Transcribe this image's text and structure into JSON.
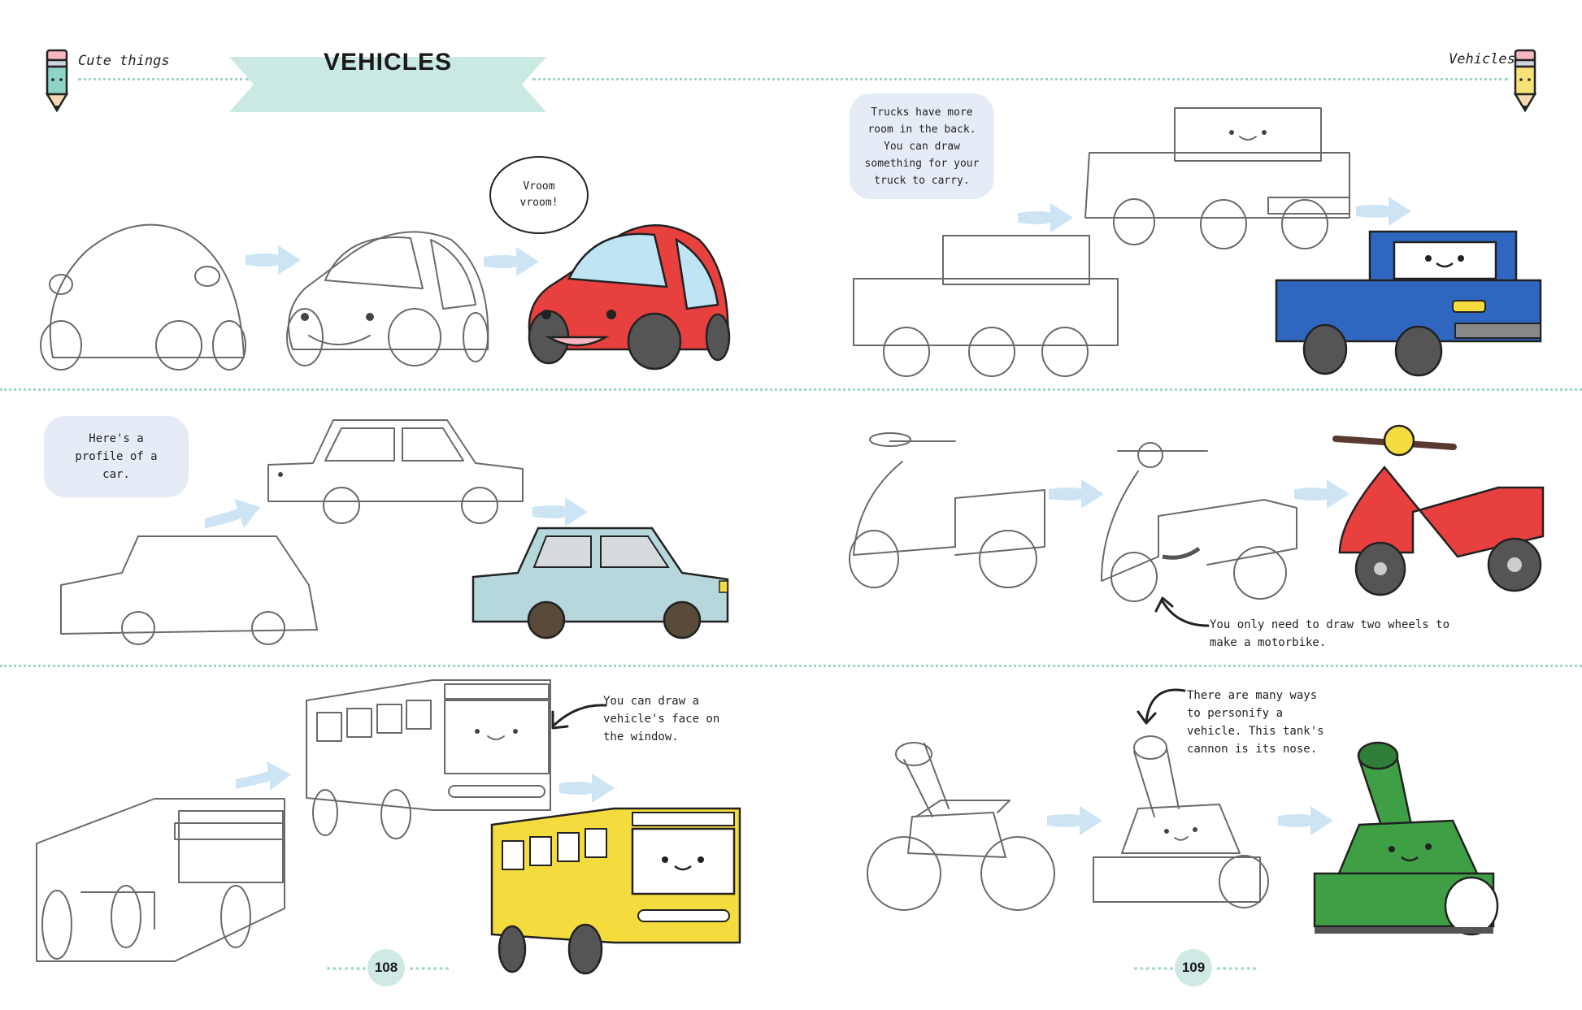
{
  "header": {
    "left_section": "Cute things",
    "banner_title": "VEHICLES",
    "right_section": "Vehicles"
  },
  "notes": {
    "car_speech": "Vroom vroom!",
    "truck_tip": "Trucks have more room in the back. You can draw something for your truck to carry.",
    "profile_tip": "Here's a profile of a car.",
    "motorbike_tip": "You only need to draw two wheels to make a motorbike.",
    "bus_tip": "You can draw a vehicle's face on the window.",
    "tank_tip": "There are many ways to personify a vehicle. This tank's cannon is its nose."
  },
  "pages": {
    "left": "108",
    "right": "109"
  },
  "colors": {
    "divider": "#9ed6cc",
    "banner": "#c9e9e2",
    "arrow": "#cce4f3",
    "bubble": "#e6ecf6",
    "car_red": "#e8403f",
    "truck_blue": "#2f67c0",
    "sedan_blue": "#b6d7dc",
    "scooter_red": "#e8403f",
    "bus_yellow": "#f4dc3e",
    "tank_green": "#3e9f45"
  },
  "icons": [
    "pencil-icon",
    "arrow-icon"
  ]
}
